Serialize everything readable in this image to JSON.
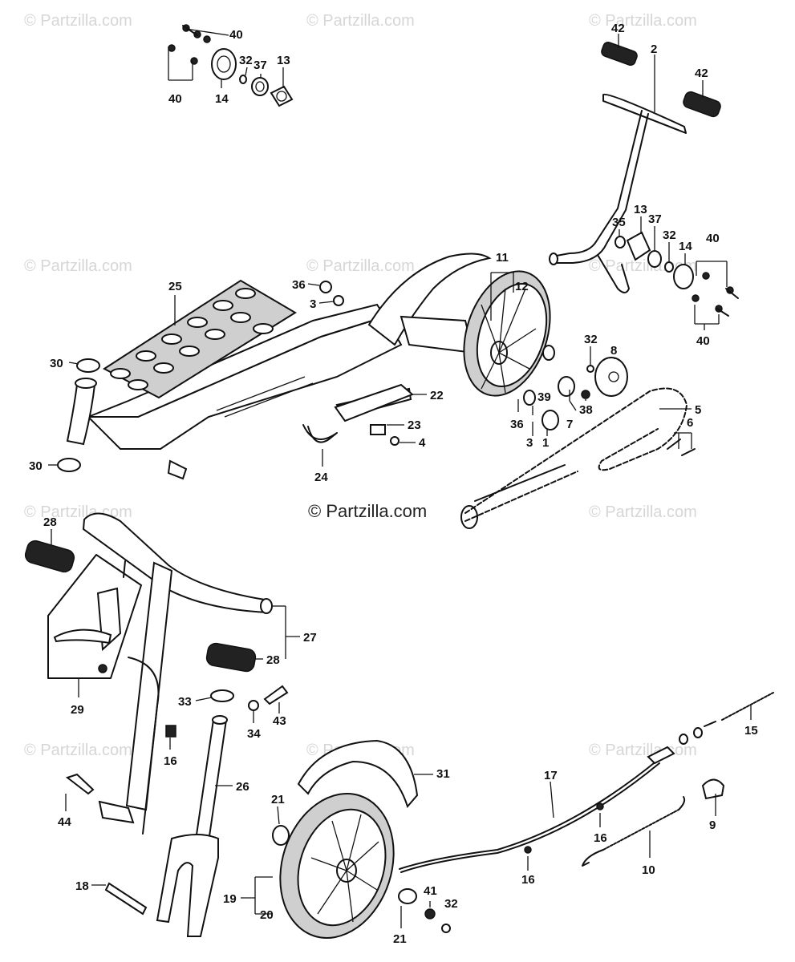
{
  "watermark": "© Partzilla.com",
  "copyright": "© Partzilla.com",
  "callouts": [
    "1",
    "2",
    "3",
    "4",
    "5",
    "6",
    "7",
    "8",
    "9",
    "10",
    "11",
    "12",
    "13",
    "14",
    "15",
    "16",
    "17",
    "18",
    "19",
    "20",
    "21",
    "22",
    "23",
    "24",
    "25",
    "26",
    "27",
    "28",
    "29",
    "30",
    "31",
    "32",
    "33",
    "34",
    "35",
    "36",
    "37",
    "38",
    "39",
    "40",
    "41",
    "42",
    "43",
    "44"
  ]
}
